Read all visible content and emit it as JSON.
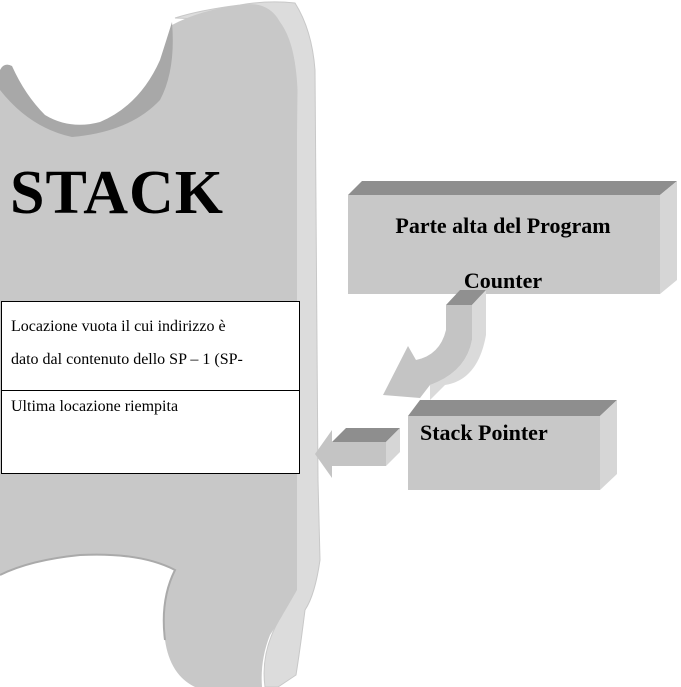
{
  "stack": {
    "title": "STACK",
    "cell_empty_line1": "Locazione vuota il cui indirizzo è",
    "cell_empty_line2": "dato dal contenuto dello SP – 1 (SP-",
    "cell_last": "Ultima locazione riempita"
  },
  "program_counter": {
    "line1": "Parte alta del Program",
    "line2": "Counter"
  },
  "stack_pointer": {
    "label": "Stack Pointer"
  },
  "colors": {
    "fill": "#c8c8c8",
    "side": "#dadada",
    "top": "#9c9c9c",
    "text": "#000000"
  }
}
